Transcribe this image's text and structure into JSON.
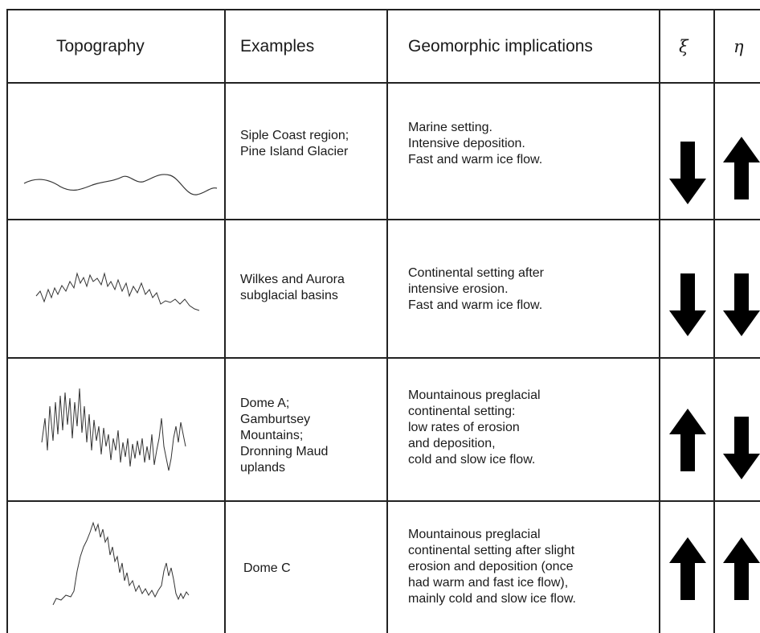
{
  "headers": {
    "topography": "Topography",
    "examples": "Examples",
    "implications": "Geomorphic implications",
    "xi": "ξ",
    "eta": "η"
  },
  "rows": [
    {
      "topography_icon": "smooth-low-relief-profile",
      "examples": "Siple Coast region;\nPine Island Glacier",
      "implications": "Marine setting.\nIntensive deposition.\nFast and warm ice flow.",
      "xi": "down",
      "eta": "up"
    },
    {
      "topography_icon": "moderate-rough-profile",
      "examples": "Wilkes and Aurora\nsubglacial basins",
      "implications": "Continental setting after\nintensive erosion.\nFast and warm ice flow.",
      "xi": "down",
      "eta": "down"
    },
    {
      "topography_icon": "jagged-mountainous-profile",
      "examples": "Dome A;\nGamburtsey\nMountains;\nDronning Maud\nuplands",
      "implications": "Mountainous preglacial\ncontinental setting:\nlow rates of erosion\nand deposition,\ncold and slow ice flow.",
      "xi": "up",
      "eta": "down"
    },
    {
      "topography_icon": "peaked-dome-profile",
      "examples": "Dome C",
      "implications": "Mountainous preglacial\ncontinental setting after slight\nerosion and deposition (once\nhad warm and fast ice flow),\nmainly cold and slow ice flow.",
      "xi": "up",
      "eta": "up"
    }
  ]
}
